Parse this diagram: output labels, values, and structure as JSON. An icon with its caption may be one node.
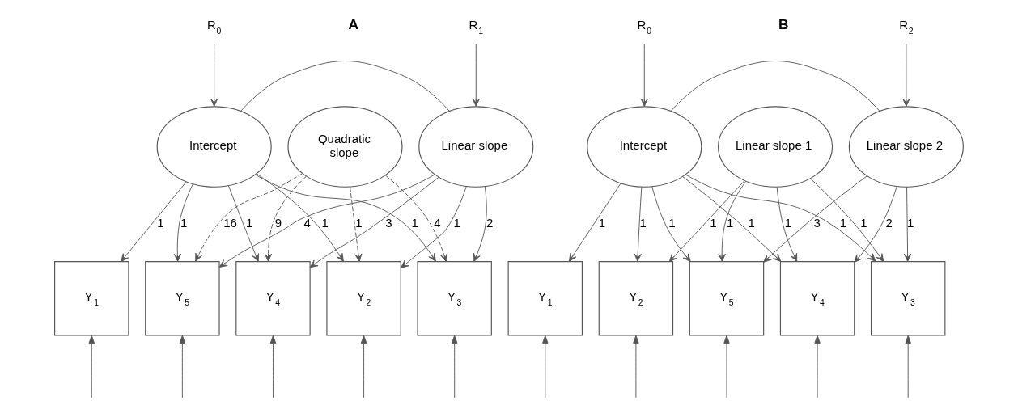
{
  "diagram": {
    "nodes": [
      {
        "text": [
          "R$_{0}$"
        ]
      },
      {
        "text": [
          "R$_{1}$"
        ]
      },
      {
        "text": [
          "Intercept"
        ]
      },
      {
        "text": [
          "Linear slope"
        ]
      },
      {
        "text": [
          "Quadratic slope"
        ]
      },
      {
        "text": [
          "Y$_{1}$"
        ]
      },
      {
        "text": [
          "Y$_{2}$"
        ]
      },
      {
        "text": [
          "Y$_{3}$"
        ]
      },
      {
        "text": [
          "Y$_{4}$"
        ]
      },
      {
        "text": [
          "Y$_{5}$"
        ]
      },
      {
        "text": [
          "R$_{0}$"
        ]
      },
      {
        "text": [
          "R$_{2}$"
        ]
      },
      {
        "text": [
          "Intercept"
        ]
      },
      {
        "text": [
          "Linear slope 1"
        ]
      },
      {
        "text": [
          "Linear slope 2"
        ]
      },
      {
        "text": [
          "Y$_{1}$"
        ]
      },
      {
        "text": [
          "Y$_{2}$"
        ]
      },
      {
        "text": [
          "Y$_{3}$"
        ]
      },
      {
        "text": [
          "Y$_{4}$"
        ]
      },
      {
        "text": [
          "Y$_{5}$"
        ]
      }
    ],
    "edges": [
      {
        "from": 0,
        "to": 2,
        "arrow": "to"
      },
      {
        "from": 1,
        "to": 3,
        "arrow": "to"
      },
      {
        "from": 2,
        "to": 3,
        "arrow": "none"
      },
      {
        "from": 2,
        "to": 5,
        "arrow": "to",
        "label": "1"
      },
      {
        "from": 2,
        "to": 6,
        "arrow": "to",
        "label": "1"
      },
      {
        "from": 2,
        "to": 7,
        "arrow": "to",
        "label": "1"
      },
      {
        "from": 2,
        "to": 8,
        "arrow": "to",
        "label": "1"
      },
      {
        "from": 2,
        "to": 9,
        "arrow": "to",
        "label": "1"
      },
      {
        "from": 3,
        "to": 6,
        "arrow": "to",
        "label": "1"
      },
      {
        "from": 3,
        "to": 7,
        "arrow": "to",
        "label": "2"
      },
      {
        "from": 3,
        "to": 8,
        "arrow": "to",
        "label": "3"
      },
      {
        "from": 3,
        "to": 9,
        "arrow": "to",
        "label": "4"
      },
      {
        "from": 4,
        "to": 6,
        "arrow": "to",
        "label": "1",
        "style": "dashed"
      },
      {
        "from": 4,
        "to": 7,
        "arrow": "to",
        "label": "4",
        "style": "dashed"
      },
      {
        "from": 4,
        "to": 8,
        "arrow": "to",
        "label": "9",
        "style": "dashed"
      },
      {
        "from": 4,
        "to": 9,
        "arrow": "to",
        "label": "16",
        "style": "dashed"
      },
      {
        "from": null,
        "to": 5,
        "arrow": "to"
      },
      {
        "from": null,
        "to": 6,
        "arrow": "to"
      },
      {
        "from": null,
        "to": 7,
        "arrow": "to"
      },
      {
        "from": null,
        "to": 8,
        "arrow": "to"
      },
      {
        "from": null,
        "to": 9,
        "arrow": "to"
      },
      {
        "from": 10,
        "to": 12,
        "arrow": "to"
      },
      {
        "from": 11,
        "to": 14,
        "arrow": "to"
      },
      {
        "from": 12,
        "to": 14,
        "arrow": "none"
      },
      {
        "from": 12,
        "to": 15,
        "arrow": "to",
        "label": "1"
      },
      {
        "from": 12,
        "to": 16,
        "arrow": "to",
        "label": "1"
      },
      {
        "from": 12,
        "to": 17,
        "arrow": "to",
        "label": "1"
      },
      {
        "from": 12,
        "to": 18,
        "arrow": "to",
        "label": "1"
      },
      {
        "from": 12,
        "to": 19,
        "arrow": "to",
        "label": "1"
      },
      {
        "from": 13,
        "to": 16,
        "arrow": "to",
        "label": "1"
      },
      {
        "from": 13,
        "to": 17,
        "arrow": "to",
        "label": "1"
      },
      {
        "from": 13,
        "to": 18,
        "arrow": "to",
        "label": "1"
      },
      {
        "from": 13,
        "to": 19,
        "arrow": "to",
        "label": "1"
      },
      {
        "from": 14,
        "to": 17,
        "arrow": "to",
        "label": "1"
      },
      {
        "from": 14,
        "to": 18,
        "arrow": "to",
        "label": "2"
      },
      {
        "from": 14,
        "to": 19,
        "arrow": "to",
        "label": "3"
      },
      {
        "from": null,
        "to": 15,
        "arrow": "to"
      },
      {
        "from": null,
        "to": 16,
        "arrow": "to"
      },
      {
        "from": null,
        "to": 17,
        "arrow": "to"
      },
      {
        "from": null,
        "to": 18,
        "arrow": "to"
      },
      {
        "from": null,
        "to": 19,
        "arrow": "to"
      }
    ],
    "labels": [
      "A",
      "B"
    ]
  }
}
